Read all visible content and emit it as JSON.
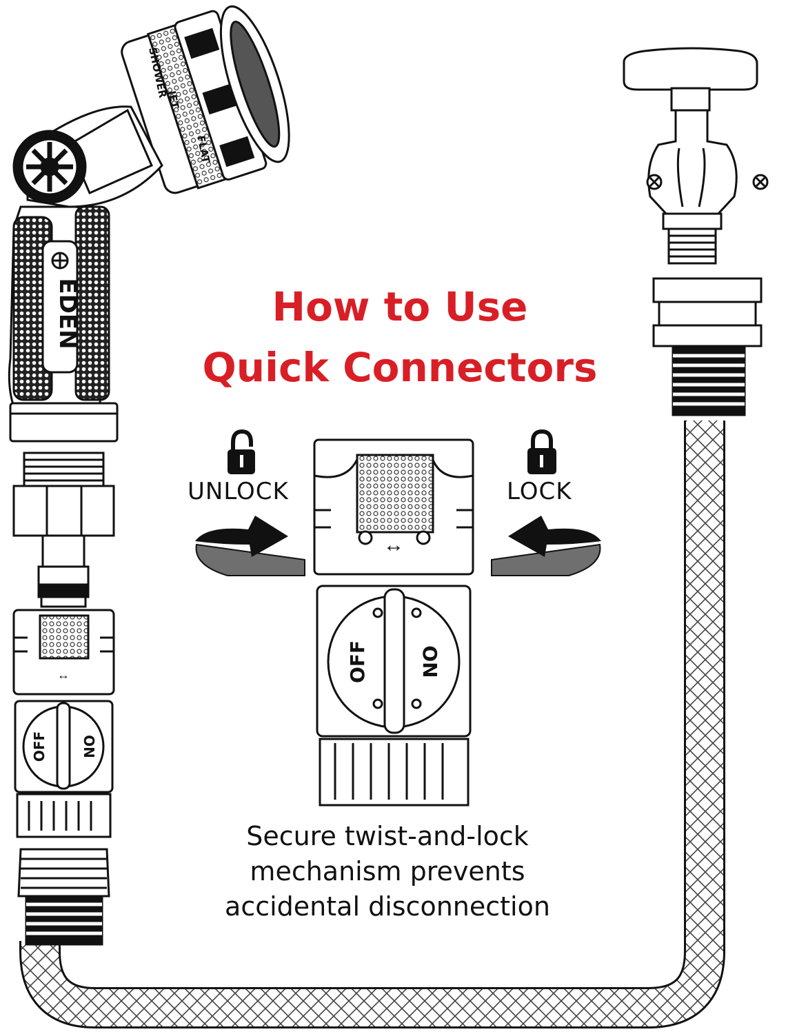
{
  "heading": {
    "line1": "How to Use",
    "line2": "Quick Connectors"
  },
  "labels": {
    "unlock": "UNLOCK",
    "lock": "LOCK",
    "off": "OFF",
    "on": "ON"
  },
  "caption": {
    "line1": "Secure twist-and-lock",
    "line2": "mechanism prevents",
    "line3": "accidental disconnection"
  },
  "nozzle": {
    "brand": "EDEN",
    "modes": [
      "SHOWER",
      "JET",
      "FLAT"
    ]
  },
  "colors": {
    "accent": "#d81f26",
    "ink": "#111111",
    "band": "#6f6f6f"
  },
  "icons": [
    "open-padlock-icon",
    "closed-padlock-icon",
    "curved-arrow-icon"
  ]
}
